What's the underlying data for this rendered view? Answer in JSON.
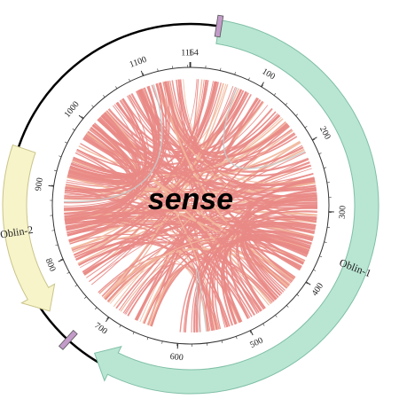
{
  "center_label": "sense",
  "sequence_length": 1164,
  "ticks": [
    {
      "pos": 1,
      "label": "1"
    },
    {
      "pos": 100,
      "label": "100"
    },
    {
      "pos": 200,
      "label": "200"
    },
    {
      "pos": 300,
      "label": "300"
    },
    {
      "pos": 400,
      "label": "400"
    },
    {
      "pos": 500,
      "label": "500"
    },
    {
      "pos": 600,
      "label": "600"
    },
    {
      "pos": 700,
      "label": "700"
    },
    {
      "pos": 800,
      "label": "800"
    },
    {
      "pos": 900,
      "label": "900"
    },
    {
      "pos": 1000,
      "label": "1000"
    },
    {
      "pos": 1100,
      "label": "1100"
    },
    {
      "pos": 1164,
      "label": "1164"
    }
  ],
  "genes": [
    {
      "name": "Oblin-1",
      "start": 30,
      "end": 690,
      "strand": "+",
      "color": "#b9e6d3",
      "stroke": "#7fbfa6"
    },
    {
      "name": "Oblin-2",
      "start": 755,
      "end": 935,
      "strand": "-",
      "color": "#f7f4c9",
      "stroke": "#c9c48a"
    }
  ],
  "markers": [
    {
      "pos": 30,
      "color": "#c39bc9"
    },
    {
      "pos": 720,
      "color": "#c39bc9"
    }
  ],
  "colors": {
    "chord_main": "#e98a86",
    "chord_alt": "#f2b79c",
    "chord_grey": "#c9c9c9",
    "backbone": "#000000"
  }
}
